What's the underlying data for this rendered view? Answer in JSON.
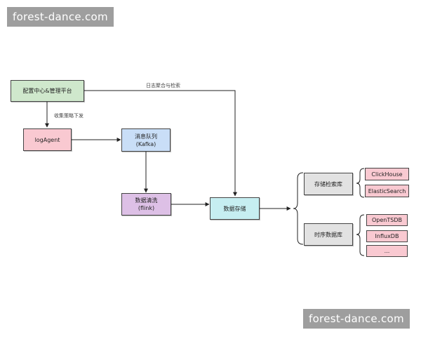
{
  "watermark": {
    "text": "forest-dance.com"
  },
  "nodes": {
    "config_center": "配置中心&管理平台",
    "log_agent": "logAgent",
    "message_queue": {
      "line1": "消息队列",
      "line2": "(Kafka)"
    },
    "data_cleaning": {
      "line1": "数据清洗",
      "line2": "(flink)"
    },
    "data_storage": "数据存储",
    "storage_search_db": "存储检索库",
    "timeseries_db": "时序数据库",
    "clickhouse": "ClickHouse",
    "elasticsearch": "ElasticSearch",
    "opentsdb": "OpenTSDB",
    "influxdb": "InfluxDB",
    "ellipsis": "..."
  },
  "edge_labels": {
    "log_aggregation_search": "日志聚合与检索",
    "collect_strategy_dispatch": "收集策略下发"
  },
  "colors": {
    "config_center": "#cfe8cc",
    "log_agent": "#f9c9d1",
    "message_queue": "#c9def7",
    "data_cleaning": "#ddc0e6",
    "data_storage": "#c6eef1",
    "gray_box": "#e2e2e2",
    "pink_leaf": "#f9c9d1"
  }
}
